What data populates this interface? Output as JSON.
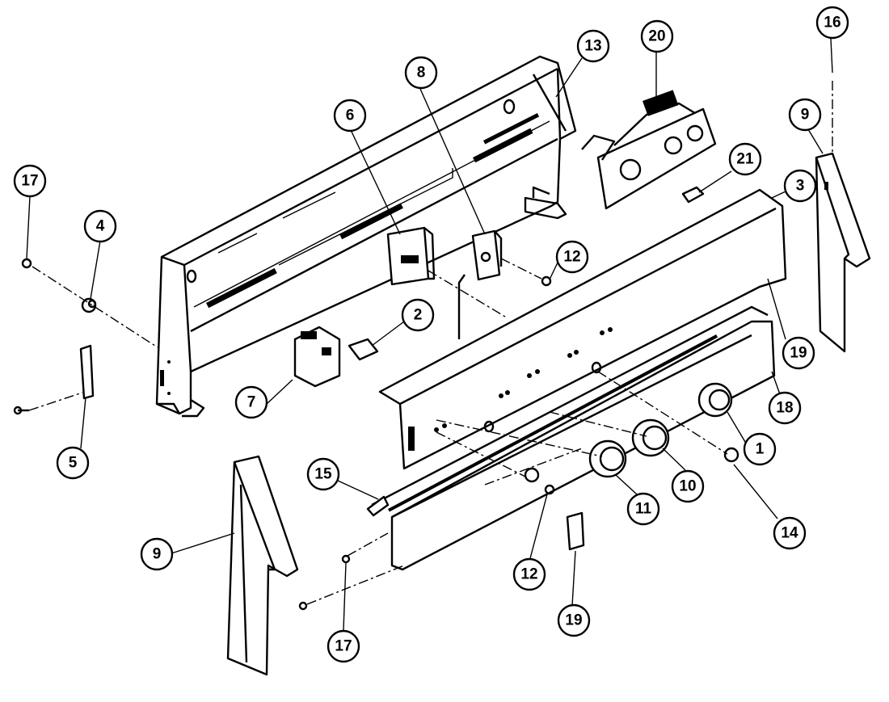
{
  "callouts": [
    {
      "id": "c17a",
      "label": "17"
    },
    {
      "id": "c4",
      "label": "4"
    },
    {
      "id": "c5",
      "label": "5"
    },
    {
      "id": "c6",
      "label": "6"
    },
    {
      "id": "c8",
      "label": "8"
    },
    {
      "id": "c13",
      "label": "13"
    },
    {
      "id": "c20",
      "label": "20"
    },
    {
      "id": "c16",
      "label": "16"
    },
    {
      "id": "c9a",
      "label": "9"
    },
    {
      "id": "c21",
      "label": "21"
    },
    {
      "id": "c3",
      "label": "3"
    },
    {
      "id": "c12a",
      "label": "12"
    },
    {
      "id": "c2",
      "label": "2"
    },
    {
      "id": "c7",
      "label": "7"
    },
    {
      "id": "c19a",
      "label": "19"
    },
    {
      "id": "c18",
      "label": "18"
    },
    {
      "id": "c1",
      "label": "1"
    },
    {
      "id": "c10",
      "label": "10"
    },
    {
      "id": "c11",
      "label": "11"
    },
    {
      "id": "c14",
      "label": "14"
    },
    {
      "id": "c15",
      "label": "15"
    },
    {
      "id": "c9b",
      "label": "9"
    },
    {
      "id": "c12b",
      "label": "12"
    },
    {
      "id": "c19b",
      "label": "19"
    },
    {
      "id": "c17b",
      "label": "17"
    }
  ]
}
